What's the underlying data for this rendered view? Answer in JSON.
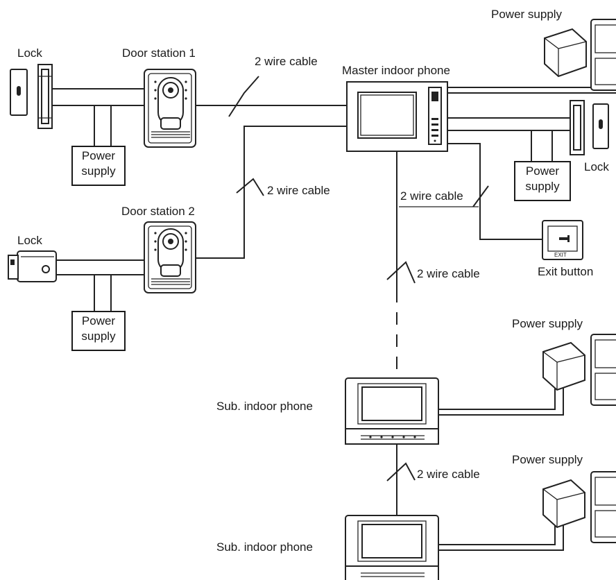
{
  "labels": {
    "lock": "Lock",
    "door_station_1": "Door station 1",
    "door_station_2": "Door station 2",
    "cable": "2 wire cable",
    "master_indoor_phone": "Master indoor phone",
    "power_supply": "Power supply",
    "power_supply_box_line1": "Power",
    "power_supply_box_line2": "supply",
    "exit_button": "Exit button",
    "sub_indoor_phone": "Sub. indoor phone",
    "exit_button_face": "EXIT"
  }
}
